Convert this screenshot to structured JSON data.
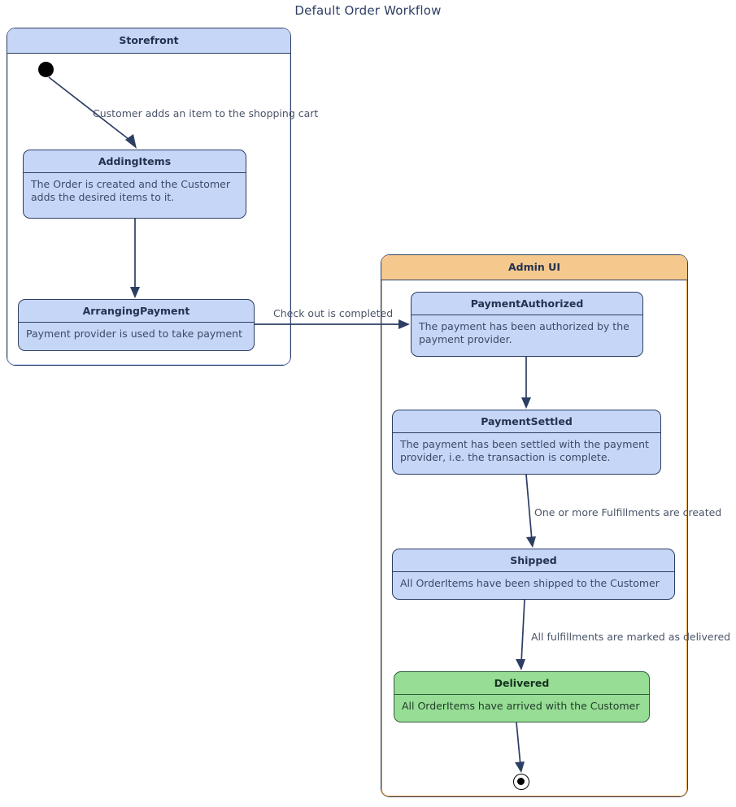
{
  "diagram": {
    "title": "Default Order Workflow",
    "type": "uml-state-machine"
  },
  "colors": {
    "state_fill": "#c6d6f7",
    "state_border": "#2d3e63",
    "final_state_fill": "#97dd95",
    "storefront_header": "#c6d6f7",
    "adminui_header": "#f5c98d",
    "adminui_border": "#eda74b",
    "text": "#24324f",
    "edge": "#2d3e63"
  },
  "regions": {
    "storefront": {
      "title": "Storefront",
      "states": {
        "adding_items": {
          "name": "AddingItems",
          "description": "The Order is created and the Customer adds the desired items to it."
        },
        "arranging_payment": {
          "name": "ArrangingPayment",
          "description": "Payment provider is used to take payment"
        }
      }
    },
    "adminui": {
      "title": "Admin UI",
      "states": {
        "payment_authorized": {
          "name": "PaymentAuthorized",
          "description": "The payment has been authorized by the payment provider."
        },
        "payment_settled": {
          "name": "PaymentSettled",
          "description": "The payment has been settled with the payment provider, i.e. the transaction is complete."
        },
        "shipped": {
          "name": "Shipped",
          "description": "All OrderItems have been shipped to the Customer"
        },
        "delivered": {
          "name": "Delivered",
          "description": "All OrderItems have arrived with the Customer"
        }
      }
    }
  },
  "transitions": {
    "start_to_adding_items": "Customer adds an item to the shopping cart",
    "adding_items_to_arranging_payment": "",
    "arranging_payment_to_payment_authorized": "Check out is completed",
    "payment_authorized_to_payment_settled": "",
    "payment_settled_to_shipped": "One or more Fulfillments are created",
    "shipped_to_delivered": "All fulfillments are marked as delivered",
    "delivered_to_end": ""
  }
}
